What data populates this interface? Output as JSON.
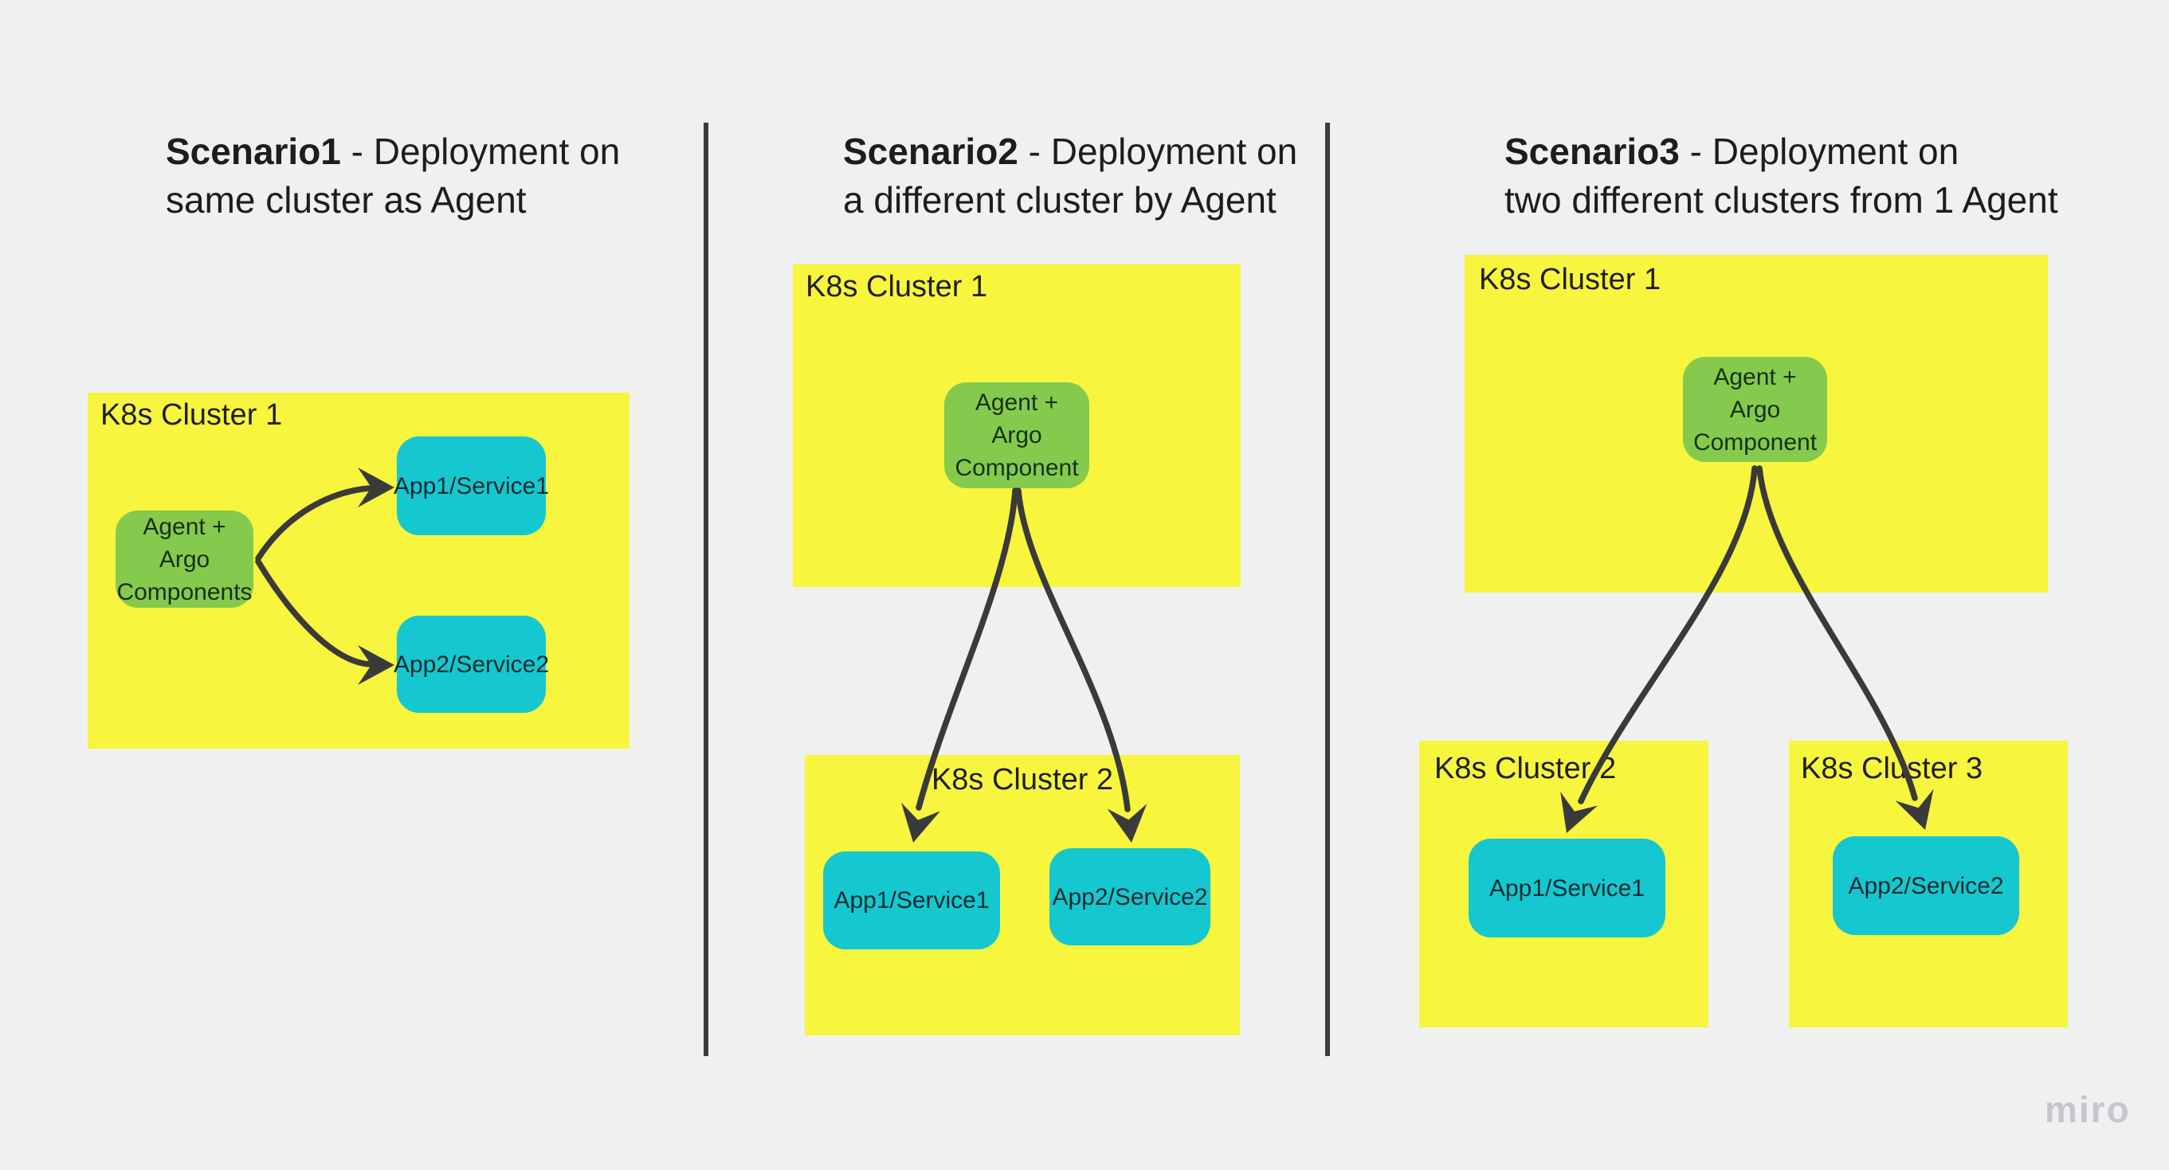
{
  "colors": {
    "background": "#f0f0f1",
    "cluster_yellow": "#f7f53e",
    "agent_green": "#85ca4d",
    "app_cyan": "#15c7cf",
    "line_ink": "#3a3a3a",
    "text": "#1d1d1d",
    "watermark_gray": "#c6c6d0"
  },
  "s1": {
    "title": {
      "bold": "Scenario1",
      "rest": " - Deployment on",
      "line2": "same cluster as Agent"
    },
    "cluster1_label": "K8s Cluster 1",
    "agent_lines": [
      "Agent + Argo",
      "Components"
    ],
    "app1": "App1/Service1",
    "app2": "App2/Service2"
  },
  "s2": {
    "title": {
      "bold": "Scenario2",
      "rest": " - Deployment on",
      "line2": "a different cluster by Agent"
    },
    "cluster1_label": "K8s Cluster 1",
    "cluster2_label": "K8s Cluster 2",
    "agent_lines": [
      "Agent +",
      "Argo",
      "Component"
    ],
    "app1": "App1/Service1",
    "app2": "App2/Service2"
  },
  "s3": {
    "title": {
      "bold": "Scenario3",
      "rest": " - Deployment on",
      "line2": "two different clusters from 1 Agent"
    },
    "cluster1_label": "K8s Cluster 1",
    "cluster2_label": "K8s Cluster 2",
    "cluster3_label": "K8s Cluster 3",
    "agent_lines": [
      "Agent +",
      "Argo",
      "Component"
    ],
    "app1": "App1/Service1",
    "app2": "App2/Service2"
  },
  "watermark": "miro"
}
